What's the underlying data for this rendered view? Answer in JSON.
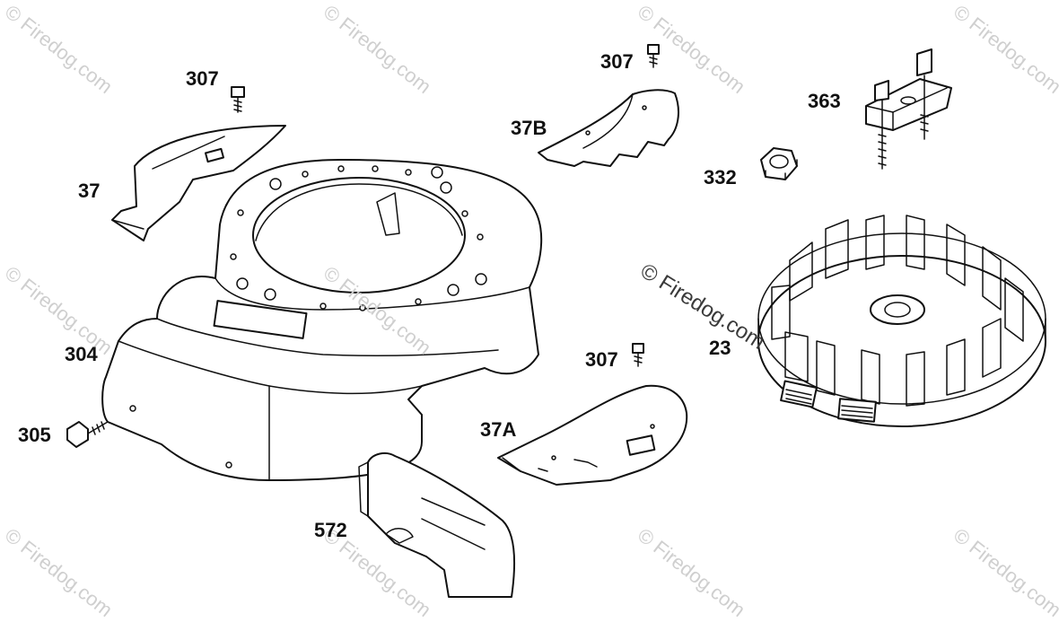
{
  "watermark_text": "© Firedog.com",
  "center_watermark_text": "© Firedog.com",
  "parts": {
    "p307_top": "307",
    "p37": "37",
    "p307_mid": "307",
    "p37b": "37B",
    "p363": "363",
    "p332": "332",
    "p304": "304",
    "p305": "305",
    "p23": "23",
    "p307_low": "307",
    "p37a": "37A",
    "p572": "572"
  },
  "colors": {
    "line": "#111111",
    "watermark": "#cfcfcf"
  }
}
